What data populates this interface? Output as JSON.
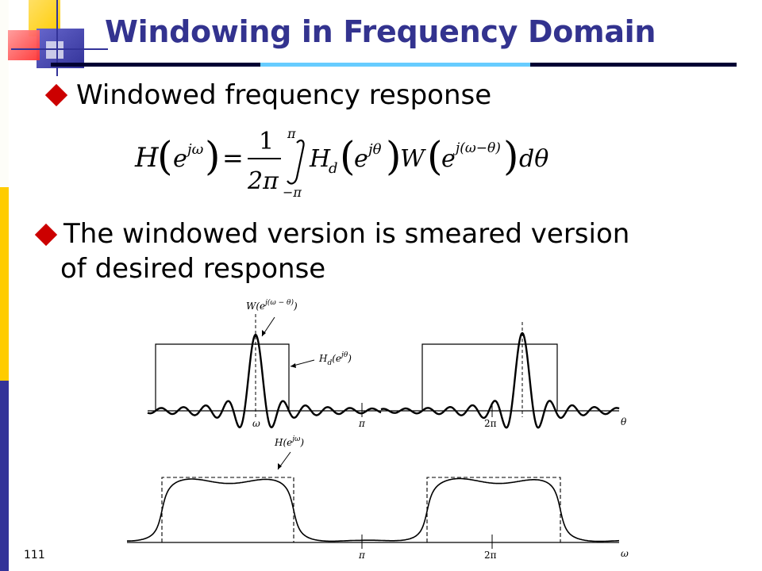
{
  "slide": {
    "title": "Windowing in Frequency Domain",
    "bullets": [
      {
        "text": "Windowed frequency response"
      },
      {
        "line1": "The windowed version is smeared version",
        "line2": "of desired response"
      }
    ],
    "page_number": "111"
  },
  "equation": {
    "lhs_H": "H",
    "lhs_e": "e",
    "lhs_exp": "jω",
    "equals": "=",
    "frac_num": "1",
    "frac_den": "2π",
    "int_upper": "π",
    "int_lower": "−π",
    "Hd": "H",
    "Hd_sub": "d",
    "e1": "e",
    "e1_exp": "jθ",
    "W": "W",
    "e2": "e",
    "e2_exp": "j(ω−θ)",
    "dtheta": "dθ"
  },
  "figure": {
    "top": {
      "label_W": "W(e",
      "label_W_exp": "j(ω − θ)",
      "label_W_close": ")",
      "label_Hd": "H",
      "label_Hd_sub": "d",
      "label_Hd_rest": "(e",
      "label_Hd_exp": "jθ",
      "label_Hd_close": ")",
      "tick_omega": "ω",
      "tick_pi": "π",
      "tick_2pi": "2π",
      "axis_label": "θ"
    },
    "bottom": {
      "label_H": "H(e",
      "label_H_exp": "jω",
      "label_H_close": ")",
      "tick_pi": "π",
      "tick_2pi": "2π",
      "axis_label": "ω"
    }
  },
  "colors": {
    "title": "#33338f",
    "bullet": "#cc0000",
    "deco_yellow": "#ffcc00",
    "deco_blue": "#333399",
    "deco_red": "#ff3333",
    "deco_lightblue": "#66ccff",
    "rule_dark": "#000033"
  }
}
